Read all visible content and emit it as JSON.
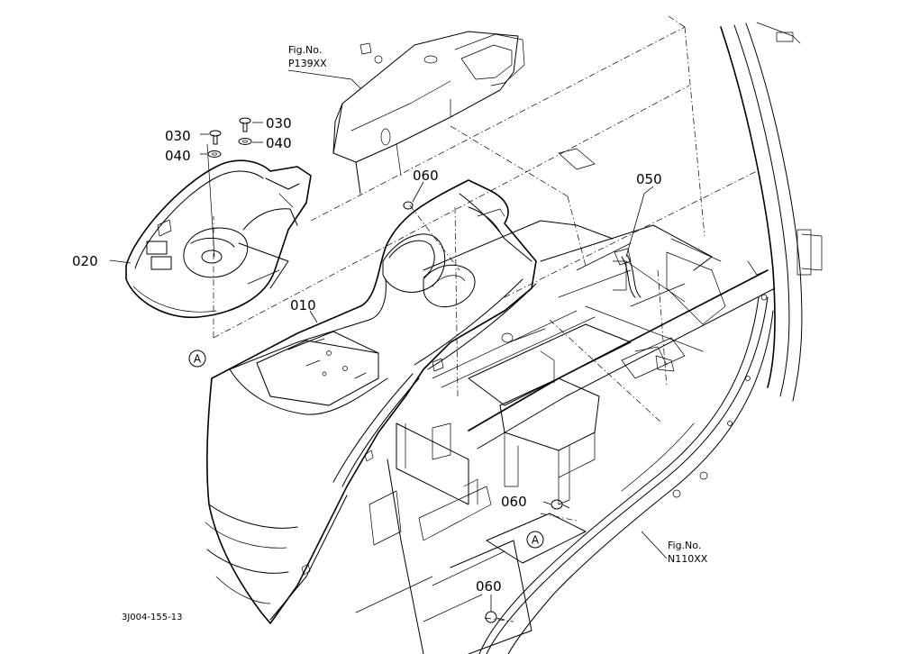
{
  "callouts": {
    "p010": "010",
    "p020": "020",
    "p030a": "030",
    "p030b": "030",
    "p040a": "040",
    "p040b": "040",
    "p050": "050",
    "p060a": "060",
    "p060b": "060",
    "p060c": "060"
  },
  "refs": {
    "a1": "A",
    "a2": "A"
  },
  "figs": {
    "top_label": "Fig.No.",
    "top_no": "P139XX",
    "right_label": "Fig.No.",
    "right_no": "N110XX"
  },
  "drawing_code": "3J004-155-13"
}
